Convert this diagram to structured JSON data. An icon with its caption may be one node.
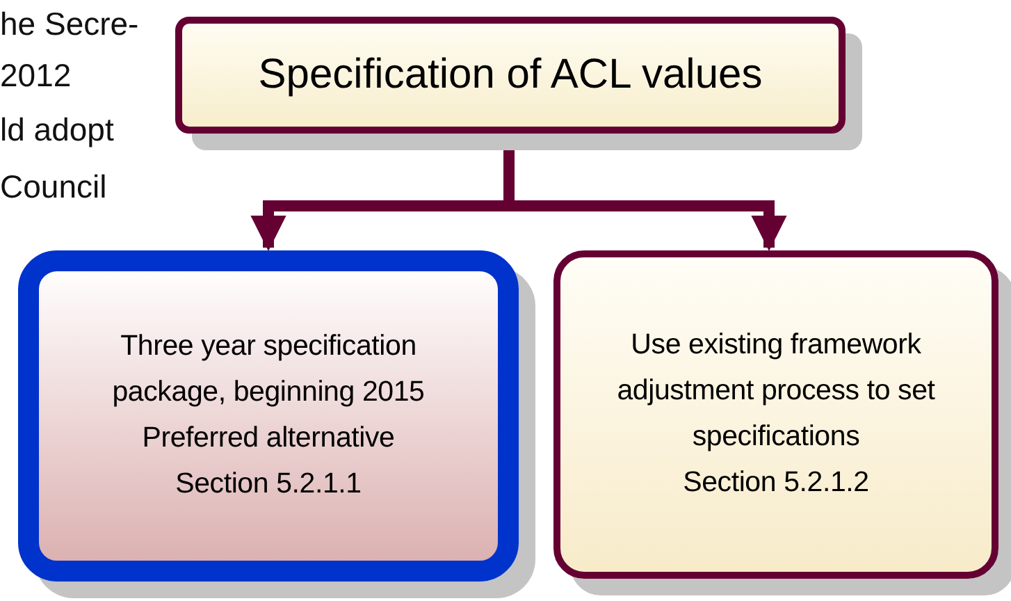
{
  "diagram": {
    "nodes": [
      {
        "text": [
          "Specification of ACL values"
        ]
      },
      {
        "text": [
          "Three year specification package, beginning 2015",
          "Preferred alternative",
          "Section 5.2.1.1"
        ]
      },
      {
        "text": [
          "Use existing framework adjustment process to set specifications",
          "Section 5.2.1.2"
        ]
      }
    ],
    "edges": [
      {
        "from": 0,
        "to": 1,
        "arrow": "to"
      },
      {
        "from": 0,
        "to": 2,
        "arrow": "to"
      }
    ],
    "labels": [
      "he Secre-",
      "2012",
      "ld adopt",
      "Council"
    ]
  }
}
